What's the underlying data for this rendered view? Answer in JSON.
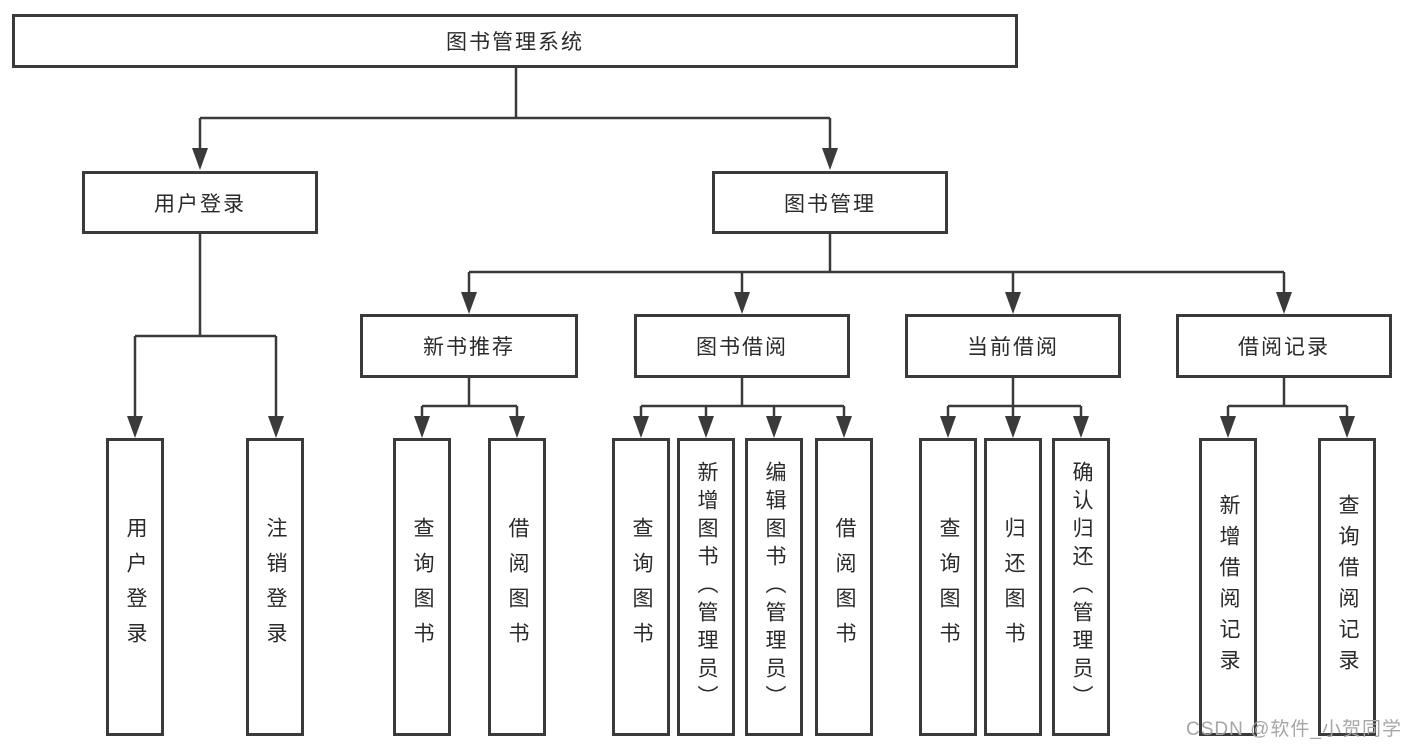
{
  "diagram": {
    "root": {
      "label": "图书管理系统",
      "children": [
        {
          "label": "用户登录",
          "children": [
            {
              "label": "用户登录"
            },
            {
              "label": "注销登录"
            }
          ]
        },
        {
          "label": "图书管理",
          "children": [
            {
              "label": "新书推荐",
              "children": [
                {
                  "label": "查询图书"
                },
                {
                  "label": "借阅图书"
                }
              ]
            },
            {
              "label": "图书借阅",
              "children": [
                {
                  "label": "查询图书"
                },
                {
                  "label": "新增图书（管理员）"
                },
                {
                  "label": "编辑图书（管理员）"
                },
                {
                  "label": "借阅图书"
                }
              ]
            },
            {
              "label": "当前借阅",
              "children": [
                {
                  "label": "查询图书"
                },
                {
                  "label": "归还图书"
                },
                {
                  "label": "确认归还（管理员）"
                }
              ]
            },
            {
              "label": "借阅记录",
              "children": [
                {
                  "label": "新增借阅记录"
                },
                {
                  "label": "查询借阅记录"
                }
              ]
            }
          ]
        }
      ]
    }
  },
  "watermark": {
    "text": "CSDN @软件_小贺同学"
  },
  "colors": {
    "line": "#3a3a3a",
    "text": "#2a2a2a",
    "watermark": "#a6a6a6",
    "background": "#ffffff"
  }
}
